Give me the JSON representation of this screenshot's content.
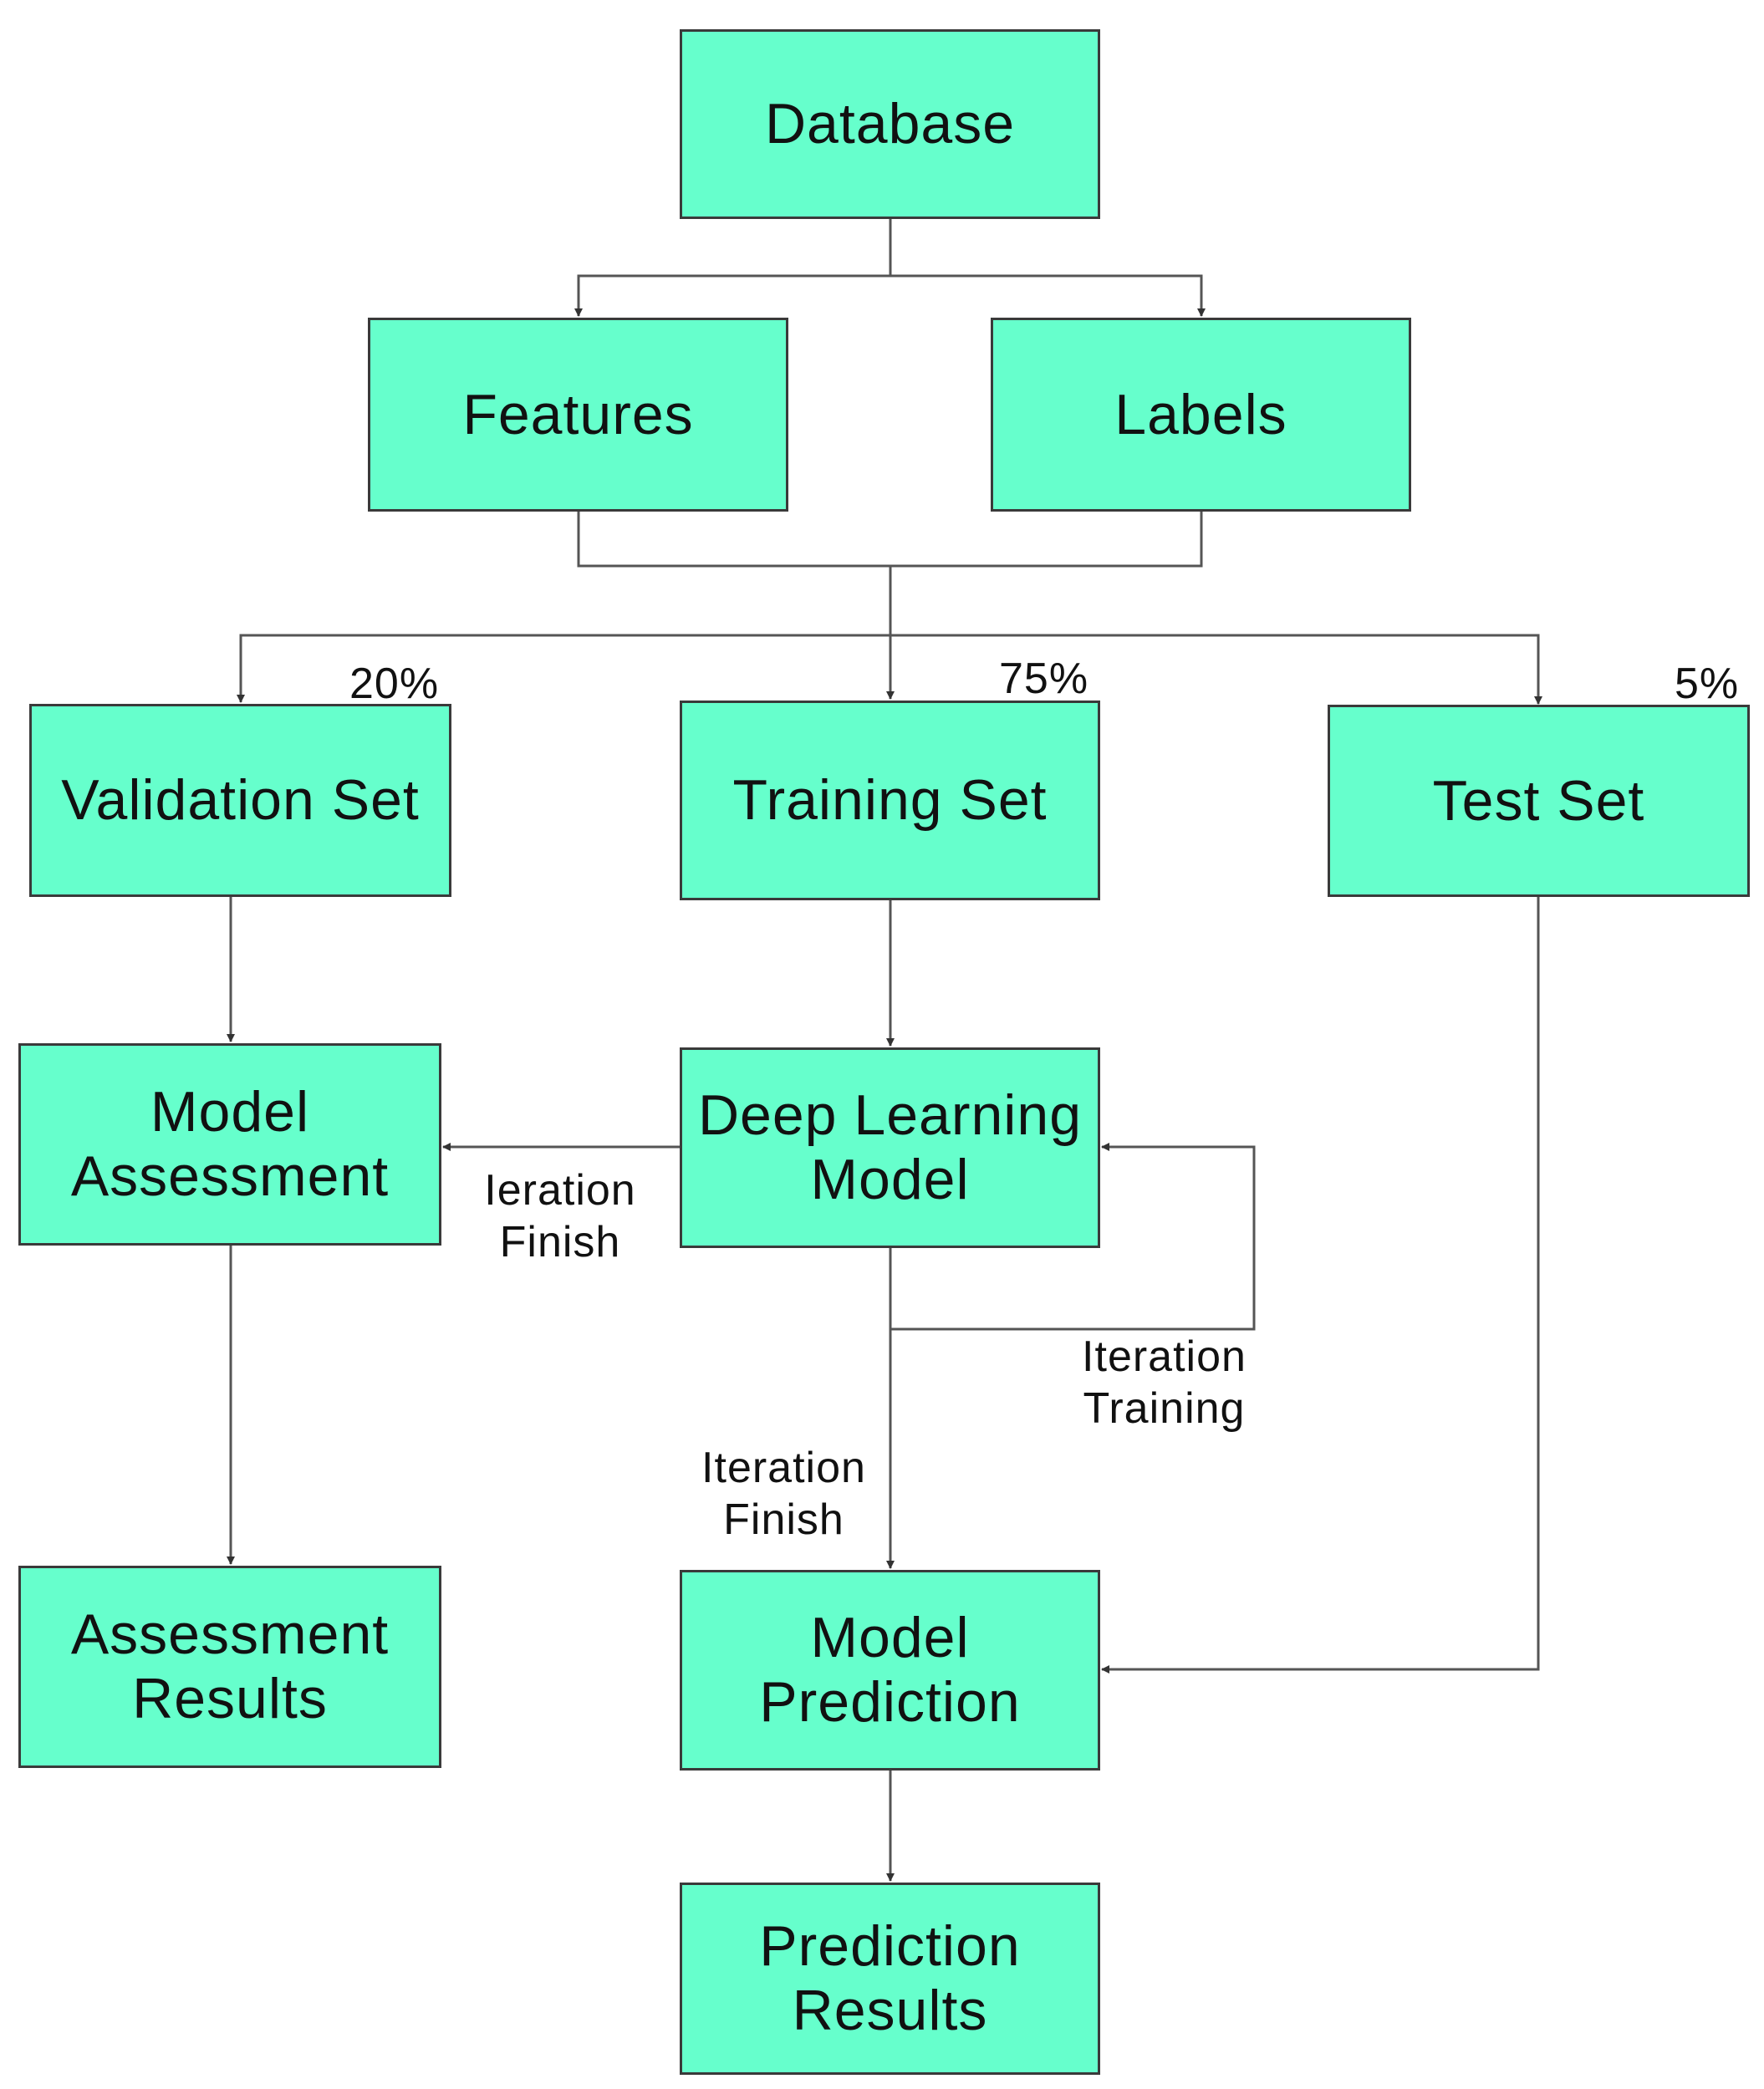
{
  "nodes": {
    "database": "Database",
    "features": "Features",
    "labels": "Labels",
    "validation_set": "Validation Set",
    "training_set": "Training Set",
    "test_set": "Test Set",
    "model_assessment": "Model\nAssessment",
    "deep_learning_model": "Deep Learning\nModel",
    "assessment_results": "Assessment\nResults",
    "model_prediction": "Model\nPrediction",
    "prediction_results": "Prediction\nResults"
  },
  "split_percentages": {
    "validation": "20%",
    "training": "75%",
    "test": "5%"
  },
  "edge_labels": {
    "to_assessment": "Ieration\nFinish",
    "loop": "Iteration\nTraining",
    "to_prediction": "Iteration\nFinish"
  },
  "colors": {
    "box_fill": "#66ffcc",
    "box_border": "#3a3a3a",
    "connector": "#555555"
  }
}
